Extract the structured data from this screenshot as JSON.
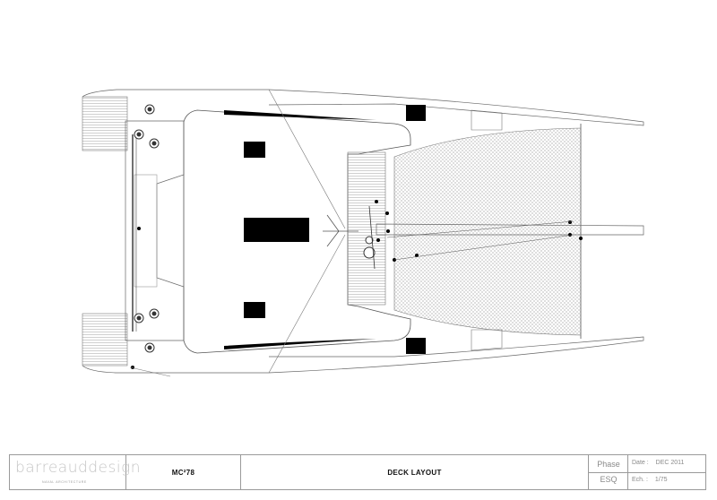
{
  "drawing": {
    "name": "Catamaran deck plan",
    "colors": {
      "line": "#555555",
      "fill_dark": "#000000",
      "net": "#bbbbbb",
      "deck_tread": "#cfcfcf"
    }
  },
  "title_block": {
    "logo_text": "barreauddesign",
    "logo_sub": "NAVAL ARCHITECTURE",
    "model": "MC²78",
    "title": "DECK LAYOUT",
    "phase_label": "Phase",
    "phase_value": "ESQ",
    "date_label": "Date :",
    "date_value": "DEC 2011",
    "scale_label": "Ech. :",
    "scale_value": "1/75"
  }
}
